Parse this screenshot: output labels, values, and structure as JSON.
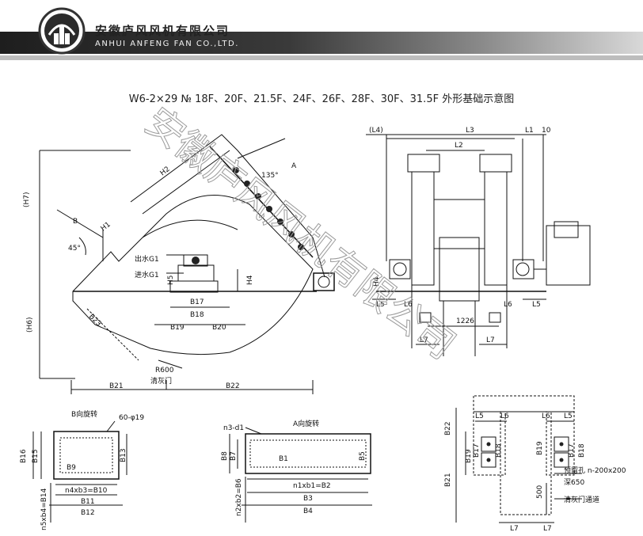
{
  "header": {
    "company_cn": "安徽庐风风机有限公司",
    "company_en": "ANHUI ANFENG FAN CO.,LTD."
  },
  "title": "W6-2×29 № 18F、20F、21.5F、24F、26F、28F、30F、31.5F 外形基础示意图",
  "watermark": "安徽庐风风机有限公司",
  "side_view": {
    "labels": {
      "h7": "(H7)",
      "h2": "H2",
      "h1": "H1",
      "b": "B",
      "angle45": "45°",
      "angle135": "135°",
      "a": "A",
      "outlet_g1": "出水G1",
      "inlet_g1": "进水G1",
      "h5": "H5",
      "h4": "H4",
      "b17": "B17",
      "b18": "B18",
      "b19": "B19",
      "b20": "B20",
      "h6": "(H6)",
      "b23": "B23",
      "r600": "R600",
      "ash_door": "清灰门",
      "b21": "B21",
      "b22": "B22"
    }
  },
  "front_view": {
    "labels": {
      "l4": "(L4)",
      "l3": "L3",
      "l1": "L1",
      "ten": "10",
      "l2": "L2",
      "h4": "H4",
      "l5a": "L5",
      "l6a": "L6",
      "l6b": "L6",
      "l5b": "L5",
      "w1226": "1226",
      "l7a": "L7",
      "l7b": "L7"
    }
  },
  "b_view": {
    "title": "B向旋转",
    "labels": {
      "holes": "60-φ19",
      "b16": "B16",
      "b15": "B15",
      "b13": "B13",
      "b9": "B9",
      "n4": "n4xb3=B10",
      "b11": "B11",
      "b12": "B12",
      "b14": "n5xb4=B14"
    }
  },
  "a_view": {
    "title": "A向旋转",
    "labels": {
      "n3": "n3-d1",
      "b8": "B8",
      "b7": "B7",
      "b1": "B1",
      "b5": "B5",
      "b6": "n2xb2=B6",
      "b2": "n1xb1=B2",
      "b3": "B3",
      "b4": "B4"
    }
  },
  "plan_view": {
    "labels": {
      "l5a": "L5",
      "l6a": "L6",
      "l6b": "L6",
      "l5b": "L5",
      "b22": "B22",
      "b17": "B17",
      "b18": "B18",
      "b19": "B19",
      "b21": "B21",
      "b19b": "B19",
      "b17b": "B17",
      "b18b": "B18",
      "hole": "预留孔 n-200x200",
      "depth": "深650",
      "d500": "500",
      "channel": "清灰门通道",
      "l7a": "L7",
      "l7b": "L7"
    }
  }
}
